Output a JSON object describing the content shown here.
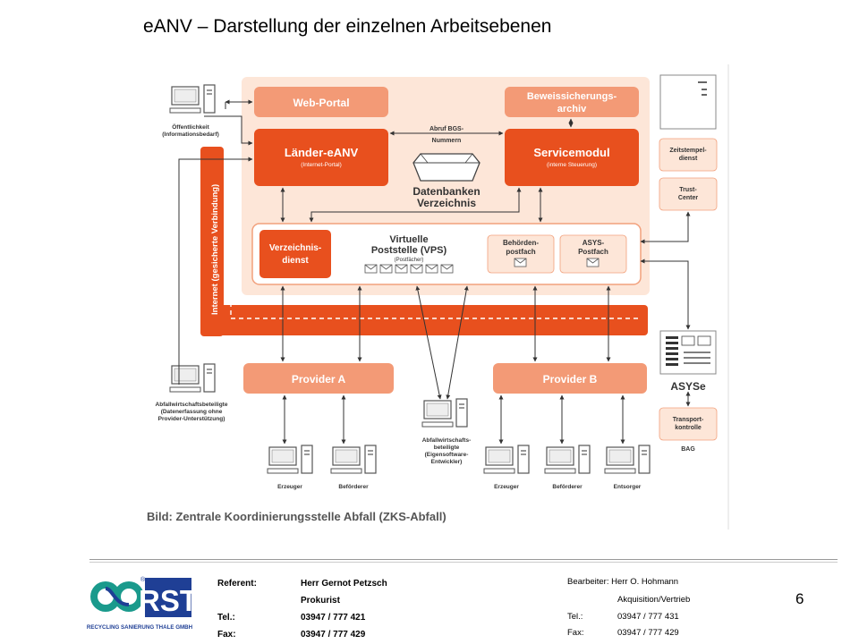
{
  "title": "eANV – Darstellung der einzelnen Arbeitsebenen",
  "diagram": {
    "web_portal": "Web-Portal",
    "beweis_line1": "Beweissicherungs-",
    "beweis_line2": "archiv",
    "laender_title": "Länder-eANV",
    "laender_sub": "(Internet-Portal)",
    "service_title": "Servicemodul",
    "service_sub": "(interne Steuerung)",
    "abruf_line1": "Abruf BGS-",
    "abruf_line2": "Nummern",
    "db_line1": "Datenbanken",
    "db_line2": "Verzeichnis",
    "internet_label": "Internet (gesicherte Verbindung)",
    "verz_line1": "Verzeichnis-",
    "verz_line2": "dienst",
    "vps_line1": "Virtuelle",
    "vps_line2": "Poststelle (VPS)",
    "vps_sub": "(Postfächer)",
    "behoerden_line1": "Behörden-",
    "behoerden_line2": "postfach",
    "asys_postfach_line1": "ASYS-",
    "asys_postfach_line2": "Postfach",
    "provider_a": "Provider A",
    "provider_b": "Provider B",
    "oeff_line1": "Öffentlichkeit",
    "oeff_line2": "(Informationsbedarf)",
    "abfall_left_line1": "Abfallwirtschaftsbeteiligte",
    "abfall_left_line2": "(Datenerfassung ohne",
    "abfall_left_line3": "Provider-Unterstützung)",
    "abfall_mid_line1": "Abfallwirtschafts-",
    "abfall_mid_line2": "beteiligte",
    "abfall_mid_line3": "(Eigensoftware-",
    "abfall_mid_line4": "Entwickler)",
    "zeit_line1": "Zeitstempel-",
    "zeit_line2": "dienst",
    "trust_line1": "Trust-",
    "trust_line2": "Center",
    "asyse": "ASYSe",
    "transport_line1": "Transport-",
    "transport_line2": "kontrolle",
    "bag": "BAG",
    "erzeuger": "Erzeuger",
    "befoerderer": "Beförderer",
    "entsorger": "Entsorger",
    "caption": "Bild: Zentrale Koordinierungsstelle Abfall (ZKS-Abfall)",
    "colors": {
      "dark_orange": "#e8501e",
      "light_orange": "#f39a76",
      "pale_bg": "#fde6d8",
      "outline": "#f2a07c"
    }
  },
  "footer": {
    "logo_text": "RST",
    "logo_sub": "RECYCLING SANIERUNG THALE GMBH",
    "referent_label": "Referent:",
    "referent_name": "Herr Gernot Petzsch",
    "referent_role": "Prokurist",
    "tel_label": "Tel.:",
    "tel_value": "03947 / 777 421",
    "fax_label": "Fax:",
    "fax_value": "03947 / 777 429",
    "bearbeiter": "Bearbeiter: Herr O. Hohmann",
    "bearbeiter_role": "Akquisition/Vertrieb",
    "b_tel_label": "Tel.:",
    "b_tel_value": "03947 / 777 431",
    "b_fax_label": "Fax:",
    "b_fax_value": "03947 / 777 429",
    "page_number": "6"
  }
}
